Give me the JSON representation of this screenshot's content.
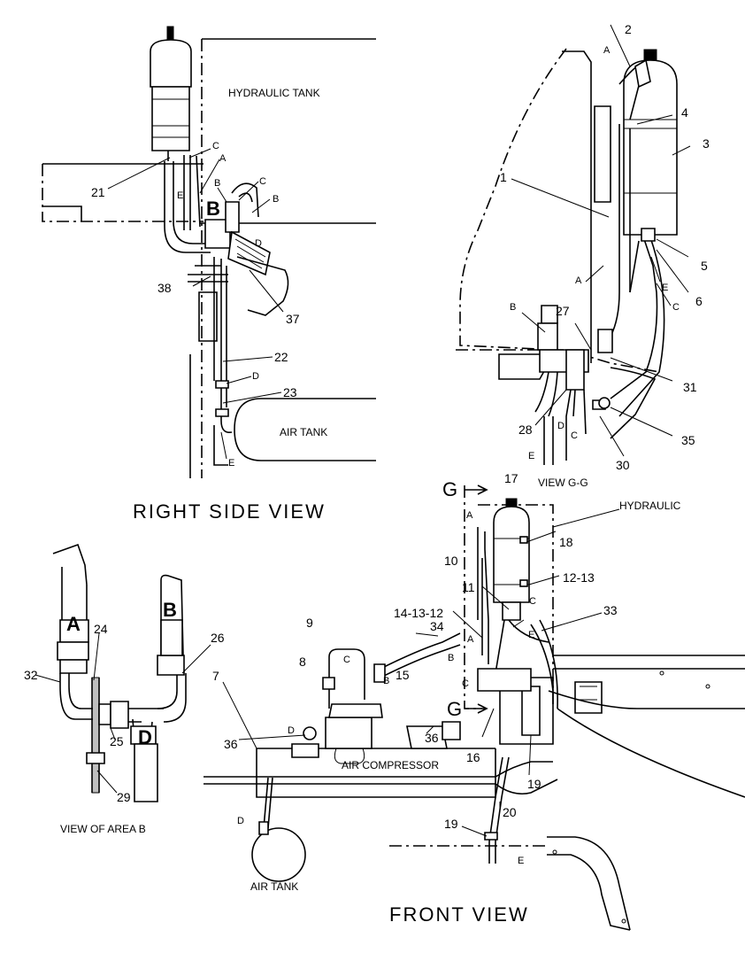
{
  "titles": {
    "right_side": "RIGHT  SIDE  VIEW",
    "front": "FRONT  VIEW",
    "view_gg": "VIEW  G-G",
    "area_b": "VIEW  OF  AREA  B"
  },
  "labels": {
    "hydraulic_tank": "HYDRAULIC  TANK",
    "air_tank_right": "AIR  TANK",
    "air_tank_front": "AIR  TANK",
    "air_compressor": "AIR  COMPRESSOR",
    "hydraulic_front": "HYDRAULIC"
  },
  "section_marks": {
    "g_top": "G",
    "g_bottom": "G"
  },
  "area_b_hoses": {
    "a": "A",
    "b": "B",
    "d": "D"
  },
  "big_b": "B",
  "callouts": {
    "c1": "1",
    "c2": "2",
    "c3": "3",
    "c4": "4",
    "c5": "5",
    "c6": "6",
    "c7": "7",
    "c8": "8",
    "c9": "9",
    "c10": "10",
    "c11": "11",
    "c12_13": "12-13",
    "c14_13_12": "14-13-12",
    "c15": "15",
    "c16": "16",
    "c17": "17",
    "c18": "18",
    "c19a": "19",
    "c19b": "19",
    "c20": "20",
    "c21": "21",
    "c22": "22",
    "c23": "23",
    "c24": "24",
    "c25": "25",
    "c26": "26",
    "c27": "27",
    "c28": "28",
    "c29": "29",
    "c30": "30",
    "c31": "31",
    "c32": "32",
    "c33": "33",
    "c34": "34",
    "c35": "35",
    "c36a": "36",
    "c36b": "36",
    "c37": "37",
    "c38": "38"
  },
  "hose_letters": {
    "rs_c1": "C",
    "rs_a1": "A",
    "rs_e1": "E",
    "rs_b1": "B",
    "rs_c2": "C",
    "rs_b2": "B",
    "rs_d1": "D",
    "rs_d2": "D",
    "rs_e2": "E",
    "gg_a1": "A",
    "gg_e": "E",
    "gg_c1": "C",
    "gg_a2": "A",
    "gg_b": "B",
    "gg_d": "D",
    "gg_c2": "C",
    "gg_e2": "E",
    "fv_a1": "A",
    "fv_c1": "C",
    "fv_a2": "A",
    "fv_e1": "E",
    "fv_b1": "B",
    "fv_c2": "C",
    "fv_c3": "C",
    "fv_b2": "B",
    "fv_d1": "D",
    "fv_d2": "D",
    "fv_e2": "E"
  }
}
